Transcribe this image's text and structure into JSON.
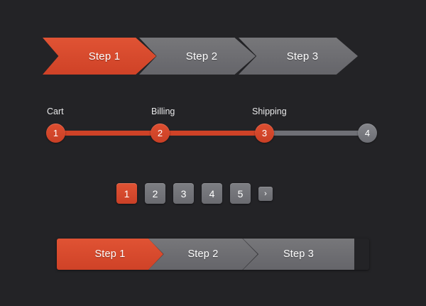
{
  "theme": {
    "background": "#232326",
    "accent": "#cf4227",
    "accent_light": "#e05334",
    "muted": "#6d6e74",
    "muted_light": "#7d7e83",
    "text": "#ffffff",
    "label_text": "#e9e9ea"
  },
  "arrow_breadcrumb": {
    "segments": [
      {
        "label": "Step 1",
        "state": "active"
      },
      {
        "label": "Step 2",
        "state": "inactive"
      },
      {
        "label": "Step 3",
        "state": "inactive"
      }
    ]
  },
  "progress_tracker": {
    "fill_percent": 70,
    "nodes": [
      {
        "number": "1",
        "label": "Cart",
        "state": "done"
      },
      {
        "number": "2",
        "label": "Billing",
        "state": "done"
      },
      {
        "number": "3",
        "label": "Shipping",
        "state": "done"
      },
      {
        "number": "4",
        "label": "",
        "state": "todo"
      }
    ]
  },
  "pagination": {
    "pages": [
      {
        "label": "1",
        "state": "active"
      },
      {
        "label": "2",
        "state": "inactive"
      },
      {
        "label": "3",
        "state": "inactive"
      },
      {
        "label": "4",
        "state": "inactive"
      },
      {
        "label": "5",
        "state": "inactive"
      }
    ],
    "next": {
      "label": "›",
      "icon": "chevron-right-icon"
    }
  },
  "flat_steps": {
    "segments": [
      {
        "label": "Step 1",
        "state": "active"
      },
      {
        "label": "Step 2",
        "state": "inactive"
      },
      {
        "label": "Step 3",
        "state": "inactive"
      }
    ]
  }
}
